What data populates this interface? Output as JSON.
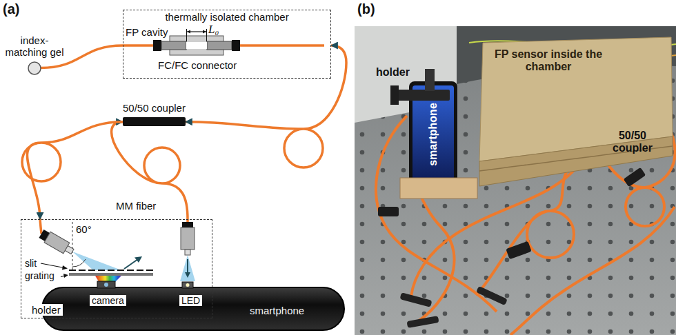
{
  "diagram": {
    "nodes": [
      {
        "text": [
          "thermally isolated chamber"
        ]
      },
      {
        "text": [
          "index-matching gel"
        ]
      },
      {
        "text": [
          "50/50 coupler"
        ]
      },
      {
        "text": [
          "holder"
        ]
      },
      {
        "text": [
          "smartphone"
        ]
      },
      {
        "text": [
          "FP sensor inside the chamber"
        ]
      }
    ],
    "edges": [
      {
        "from": 1,
        "to": 0,
        "arrow": "none"
      },
      {
        "from": 2,
        "to": 0,
        "arrow": "both"
      },
      {
        "from": 3,
        "to": 2,
        "arrow": "to"
      },
      {
        "from": 2,
        "to": 3,
        "arrow": "to"
      }
    ],
    "labels": [
      "(a)",
      "FP cavity",
      "L₀",
      "FC/FC connector",
      "60°",
      "slit",
      "grating",
      "camera",
      "LED",
      "MM fiber",
      "(b)",
      "holder",
      "smartphone",
      "50/50 coupler"
    ]
  }
}
